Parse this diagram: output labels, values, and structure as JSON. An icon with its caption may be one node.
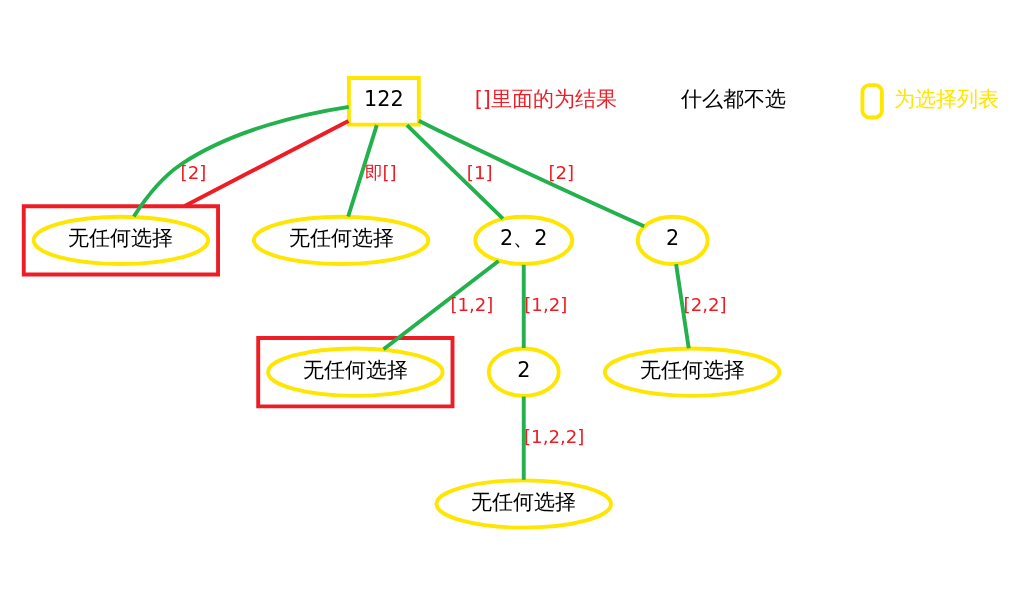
{
  "diagram": {
    "nodes": [
      {
        "text": [
          "122"
        ]
      },
      {
        "text": [],
        "shape": "box"
      },
      {
        "text": [
          "无任何选择"
        ],
        "in": 1
      },
      {
        "text": [
          "无任何选择"
        ]
      },
      {
        "text": [
          "2、2"
        ]
      },
      {
        "text": [],
        "shape": "box"
      },
      {
        "text": [
          "2"
        ]
      },
      {
        "text": [
          "2"
        ]
      },
      {
        "text": [
          "无任何选择"
        ],
        "in": 5
      },
      {
        "text": [
          "无任何选择"
        ]
      },
      {
        "text": [
          "无任何选择"
        ]
      }
    ],
    "edges": [
      {
        "from": 0,
        "to": 3,
        "arrow": "none",
        "label": "即[]"
      },
      {
        "from": 0,
        "to": 4,
        "arrow": "none",
        "label": "[1]"
      },
      {
        "from": 0,
        "to": 6,
        "arrow": "none",
        "label": "[2]"
      },
      {
        "from": 0,
        "to": 2,
        "arrow": "none",
        "label": "[2]"
      },
      {
        "from": 0,
        "to": 1,
        "arrow": "none",
        "color": "#ee1c24"
      },
      {
        "from": 4,
        "to": 7,
        "arrow": "none",
        "label": "[1,2]"
      },
      {
        "from": 4,
        "to": 8,
        "arrow": "none",
        "label": "[1,2]"
      },
      {
        "from": 6,
        "to": 9,
        "arrow": "none",
        "label": "[2,2]"
      },
      {
        "from": 7,
        "to": 10,
        "arrow": "none",
        "label": "[1,2,2]"
      }
    ],
    "labels": [
      "[]里面的为结果",
      "什么都不选"
    ],
    "legend": [
      {
        "text": "为选择列表"
      }
    ]
  }
}
